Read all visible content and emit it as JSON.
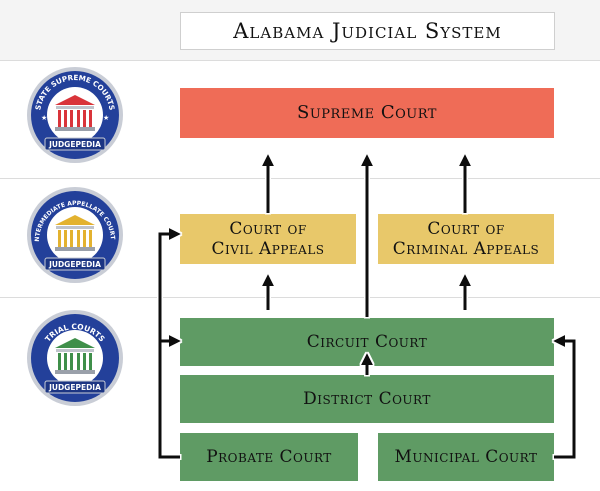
{
  "title": "Alabama Judicial System",
  "courts": {
    "supreme": "Supreme Court",
    "civil_appeals_line1": "Court of",
    "civil_appeals_line2": "Civil Appeals",
    "criminal_appeals_line1": "Court of",
    "criminal_appeals_line2": "Criminal Appeals",
    "circuit": "Circuit Court",
    "district": "District Court",
    "probate": "Probate Court",
    "municipal": "Municipal Court"
  },
  "seals": {
    "supreme": {
      "ring_text": "STATE SUPREME COURTS",
      "banner": "JUDGEPEDIA",
      "accent": "#d9343a"
    },
    "appellate": {
      "ring_text": "INTERMEDIATE APPELLATE COURTS",
      "banner": "JUDGEPEDIA",
      "accent": "#e3b22f"
    },
    "trial": {
      "ring_text": "TRIAL COURTS",
      "banner": "JUDGEPEDIA",
      "accent": "#3f8f4a"
    }
  },
  "colors": {
    "supreme": "#ef6c57",
    "appellate": "#e8c86a",
    "trial": "#5f9b64",
    "seal_blue": "#23409a"
  }
}
